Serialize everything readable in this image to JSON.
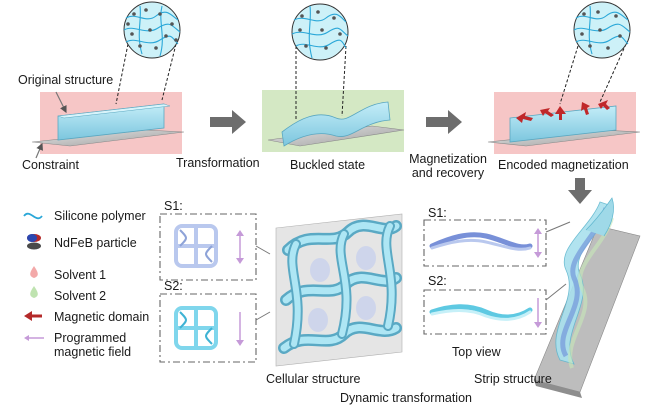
{
  "top_row": {
    "original_structure": "Original structure",
    "constraint": "Constraint",
    "transformation": "Transformation",
    "buckled_state": "Buckled state",
    "magnetization_recovery_line1": "Magnetization",
    "magnetization_recovery_line2": "and recovery",
    "encoded_magnetization": "Encoded magnetization"
  },
  "legend": {
    "silicone_polymer": "Silicone polymer",
    "ndfeb_particle": "NdFeB particle",
    "solvent1": "Solvent 1",
    "solvent2": "Solvent 2",
    "magnetic_domain": "Magnetic domain",
    "programmed_field_line1": "Programmed",
    "programmed_field_line2": "magnetic field"
  },
  "cellular": {
    "s1": "S1:",
    "s2": "S2:",
    "caption": "Cellular structure"
  },
  "strip": {
    "s1": "S1:",
    "s2": "S2:",
    "top_view": "Top view",
    "caption": "Strip structure"
  },
  "footer": {
    "dynamic_transformation": "Dynamic transformation"
  },
  "colors": {
    "pink_panel": "#f6c6c6",
    "green_panel": "#d4e8c4",
    "cyan_material": "#8fd6ea",
    "blue_domain_line": "#2aa7d8",
    "arrow_gray": "#6d6d6d",
    "magnetic_domain": "#b42a2a",
    "field_arrow": "#c59ad8"
  }
}
